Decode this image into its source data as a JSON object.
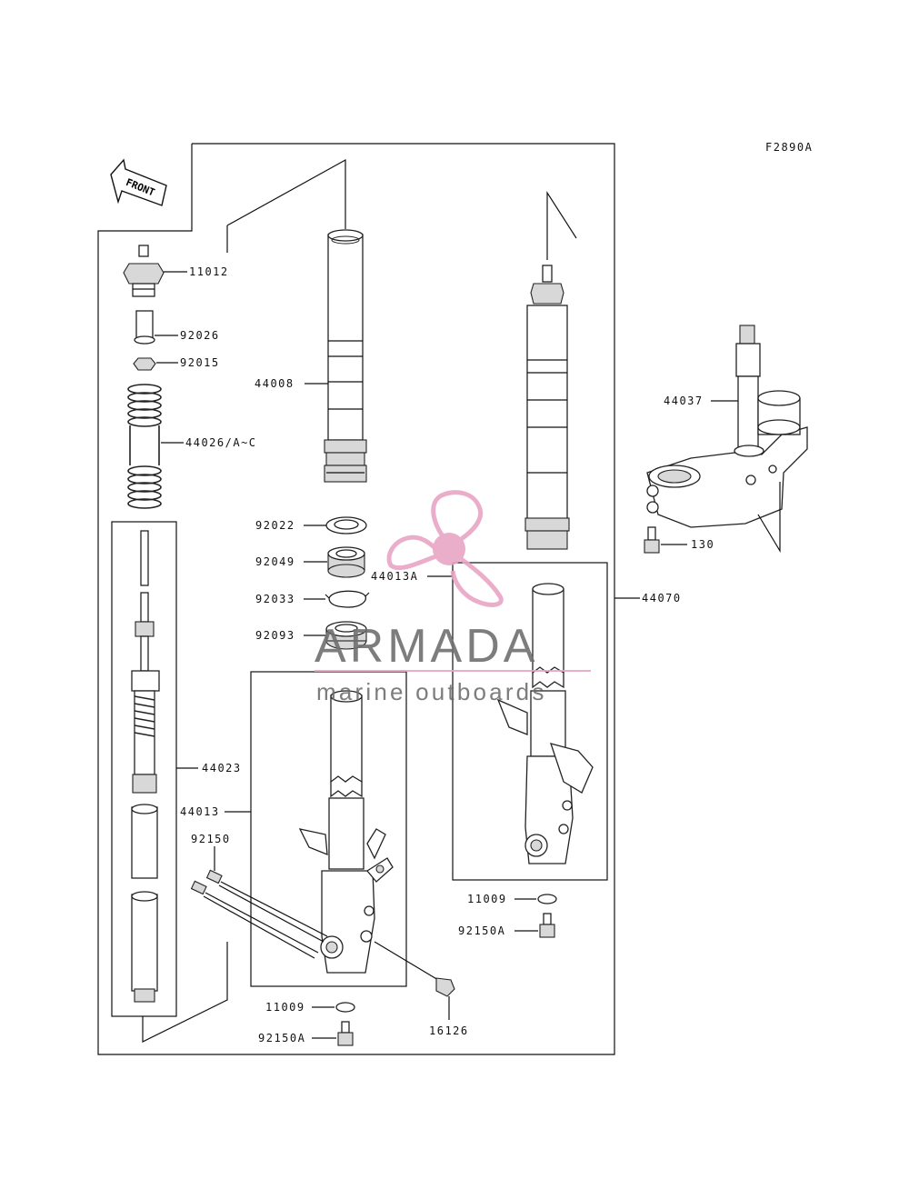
{
  "figure_code": "F2890A",
  "front_label": "FRONT",
  "parts": {
    "p11012": "11012",
    "p92026": "92026",
    "p92015": "92015",
    "p44026": "44026/A~C",
    "p44008": "44008",
    "p92022": "92022",
    "p92049": "92049",
    "p92033": "92033",
    "p92093": "92093",
    "p44023": "44023",
    "p44013": "44013",
    "p92150": "92150",
    "p11009a": "11009",
    "p92150a_a": "92150A",
    "p16126": "16126",
    "p44013a": "44013A",
    "p44070": "44070",
    "p11009b": "11009",
    "p92150a_b": "92150A",
    "p44037": "44037",
    "p130": "130"
  },
  "watermark": {
    "title": "ARMADA",
    "subtitle": "marine outboards",
    "accent_color": "#e8a6c6"
  }
}
